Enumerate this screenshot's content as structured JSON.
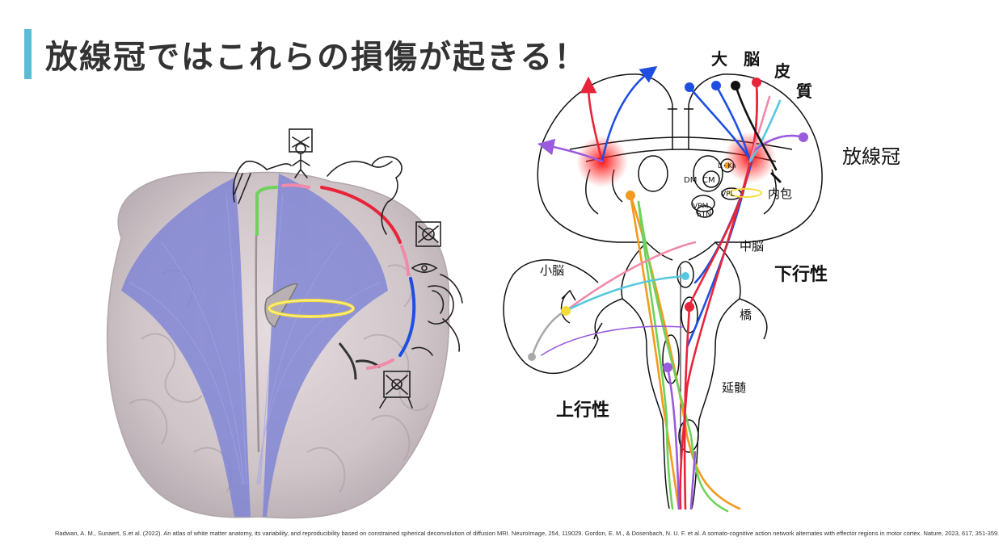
{
  "title": "放線冠ではこれらの損傷が起きる！",
  "labels": {
    "cortex": [
      "大",
      "脳",
      "皮",
      "質"
    ],
    "corona_radiata": "放線冠",
    "internal_capsule": "内包",
    "midbrain": "中脳",
    "pons": "橋",
    "medulla": "延髄",
    "cerebellum": "小脳",
    "descending": "下行性",
    "ascending": "上行性",
    "dm": "DM",
    "cm": "CM",
    "vpm": "VPM",
    "vpl": "VPL",
    "stn": "STN",
    "lnucleus": "L・Kn"
  },
  "citation": "Radwan, A. M., Sunaert, S.et al. (2022). An atlas of white matter anatomy, its variability, and reproducibility based on constrained spherical deconvolution of diffusion MRI. NeuroImage, 254, 119029.   Gordon, E. M., & Dosenbach, N. U. F. et al. A somato-cognitive action network alternates with effector regions in motor cortex. Nature, 2023, 617, 351-359.",
  "colors": {
    "accent_bar": "#5bbcd6",
    "red": "#e8243a",
    "blue": "#1e4fe0",
    "green": "#6dd35a",
    "orange": "#f39a1f",
    "pink": "#f08aa8",
    "purple": "#9a5bdc",
    "cyan": "#55c8e0",
    "gray": "#aaaaaa",
    "yellow": "#f4dd3a",
    "tract": "#7d82d6",
    "brain": "#cfc4c8"
  },
  "icons": [
    "brain-3d-icon",
    "homunculus-body-icons",
    "brainstem-schematic"
  ]
}
